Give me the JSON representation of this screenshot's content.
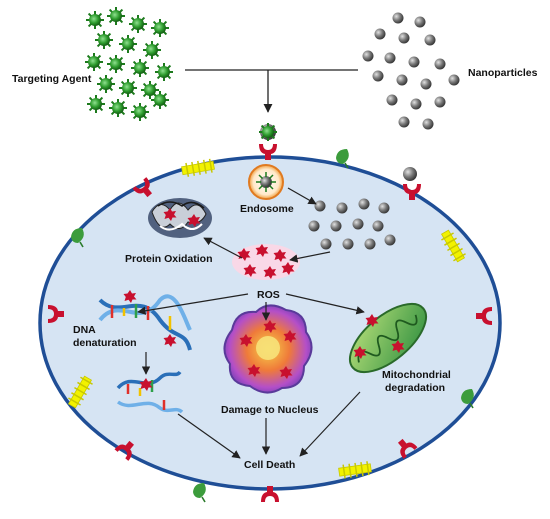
{
  "labels": {
    "targeting_agent": "Targeting Agent",
    "nanoparticles": "Nanoparticles",
    "endosome": "Endosome",
    "protein_oxidation": "Protein Oxidation",
    "ros": "ROS",
    "dna_line1": "DNA",
    "dna_line2": "denaturation",
    "damage_nucleus": "Damage to Nucleus",
    "mito_line1": "Mitochondrial",
    "mito_line2": "degradation",
    "cell_death": "Cell Death"
  },
  "colors": {
    "cell_fill": "#d6e4f3",
    "cell_border": "#1f4e96",
    "virus_green": "#2e9c2e",
    "nanoparticle_gray": "#6d6d6d",
    "ros_red": "#c8102e",
    "receptor_red": "#c8102e",
    "helix_yellow": "#f2f200"
  },
  "icons": {
    "targeting_agent": "green-virus-icon",
    "nanoparticle": "gray-sphere-icon",
    "receptor": "red-receptor-icon",
    "channel": "yellow-helix-channel-icon",
    "leaf_receptor": "green-leaf-icon"
  }
}
